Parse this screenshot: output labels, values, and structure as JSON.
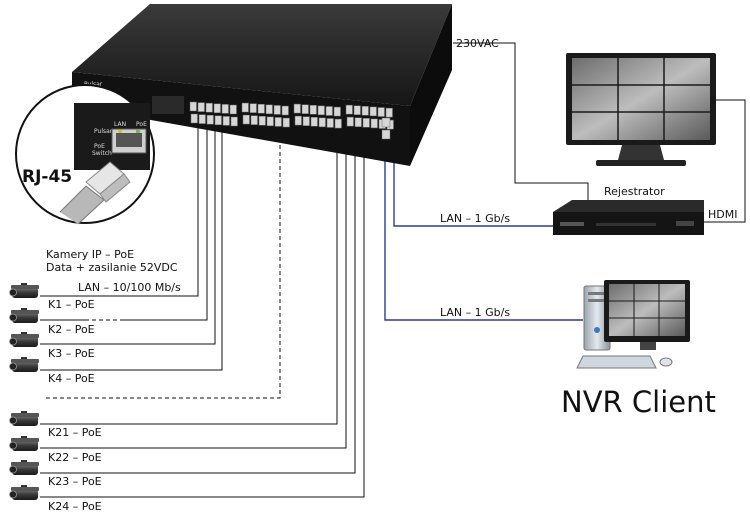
{
  "labels": {
    "power": "230VAC",
    "recorder": "Rejestrator",
    "hdmi": "HDMI",
    "lan_recorder": "LAN – 1 Gb/s",
    "lan_client": "LAN – 1 Gb/s",
    "nvr_client": "NVR Client",
    "rj45": "RJ-45",
    "cameras_line1": "Kamery IP – PoE",
    "cameras_line2": "Data + zasilanie 52VDC",
    "camera_link": "LAN – 10/100 Mb/s",
    "switch_brand": "Pulsar",
    "switch_model_1": "PoE",
    "switch_model_2": "Switch",
    "port_lan": "LAN",
    "port_poe": "PoE"
  },
  "cameras": [
    {
      "label": "K1 – PoE"
    },
    {
      "label": "K2 – PoE"
    },
    {
      "label": "K3 – PoE"
    },
    {
      "label": "K4 – PoE"
    },
    {
      "label": "K21 – PoE"
    },
    {
      "label": "K22 – PoE"
    },
    {
      "label": "K23 – PoE"
    },
    {
      "label": "K24 – PoE"
    }
  ],
  "colors": {
    "lan_line": "#2b3f8c",
    "wire": "#111111",
    "device": "#1e1e1e",
    "port": "#d6d6d6"
  },
  "icons": [
    "network-switch",
    "rj45-plug",
    "ip-camera",
    "monitor",
    "dvr-recorder",
    "desktop-computer"
  ]
}
